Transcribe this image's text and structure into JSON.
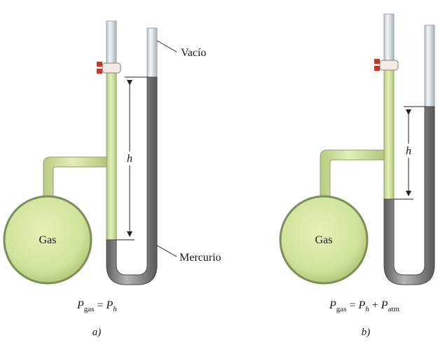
{
  "labels": {
    "vacuum": "Vacío",
    "mercury": "Mercurio",
    "gas_a": "Gas",
    "gas_b": "Gas",
    "height_a": "h",
    "height_b": "h"
  },
  "equation_a": {
    "P": "P",
    "sub_gas": "gas",
    "eq": " = ",
    "P2": "P",
    "sub_h": "h"
  },
  "equation_b": {
    "P": "P",
    "sub_gas": "gas",
    "eq": " = ",
    "P2": "P",
    "sub_h": "h",
    "plus": " + ",
    "P3": "P",
    "sub_atm": "atm"
  },
  "captions": {
    "a": "a)",
    "b": "b)"
  },
  "colors": {
    "gas_fill": "#cfe49a",
    "gas_stroke": "#7a8a55",
    "glass": "#dde4e8",
    "mercury": "#8c8c8c",
    "valve": "#c0392b"
  }
}
